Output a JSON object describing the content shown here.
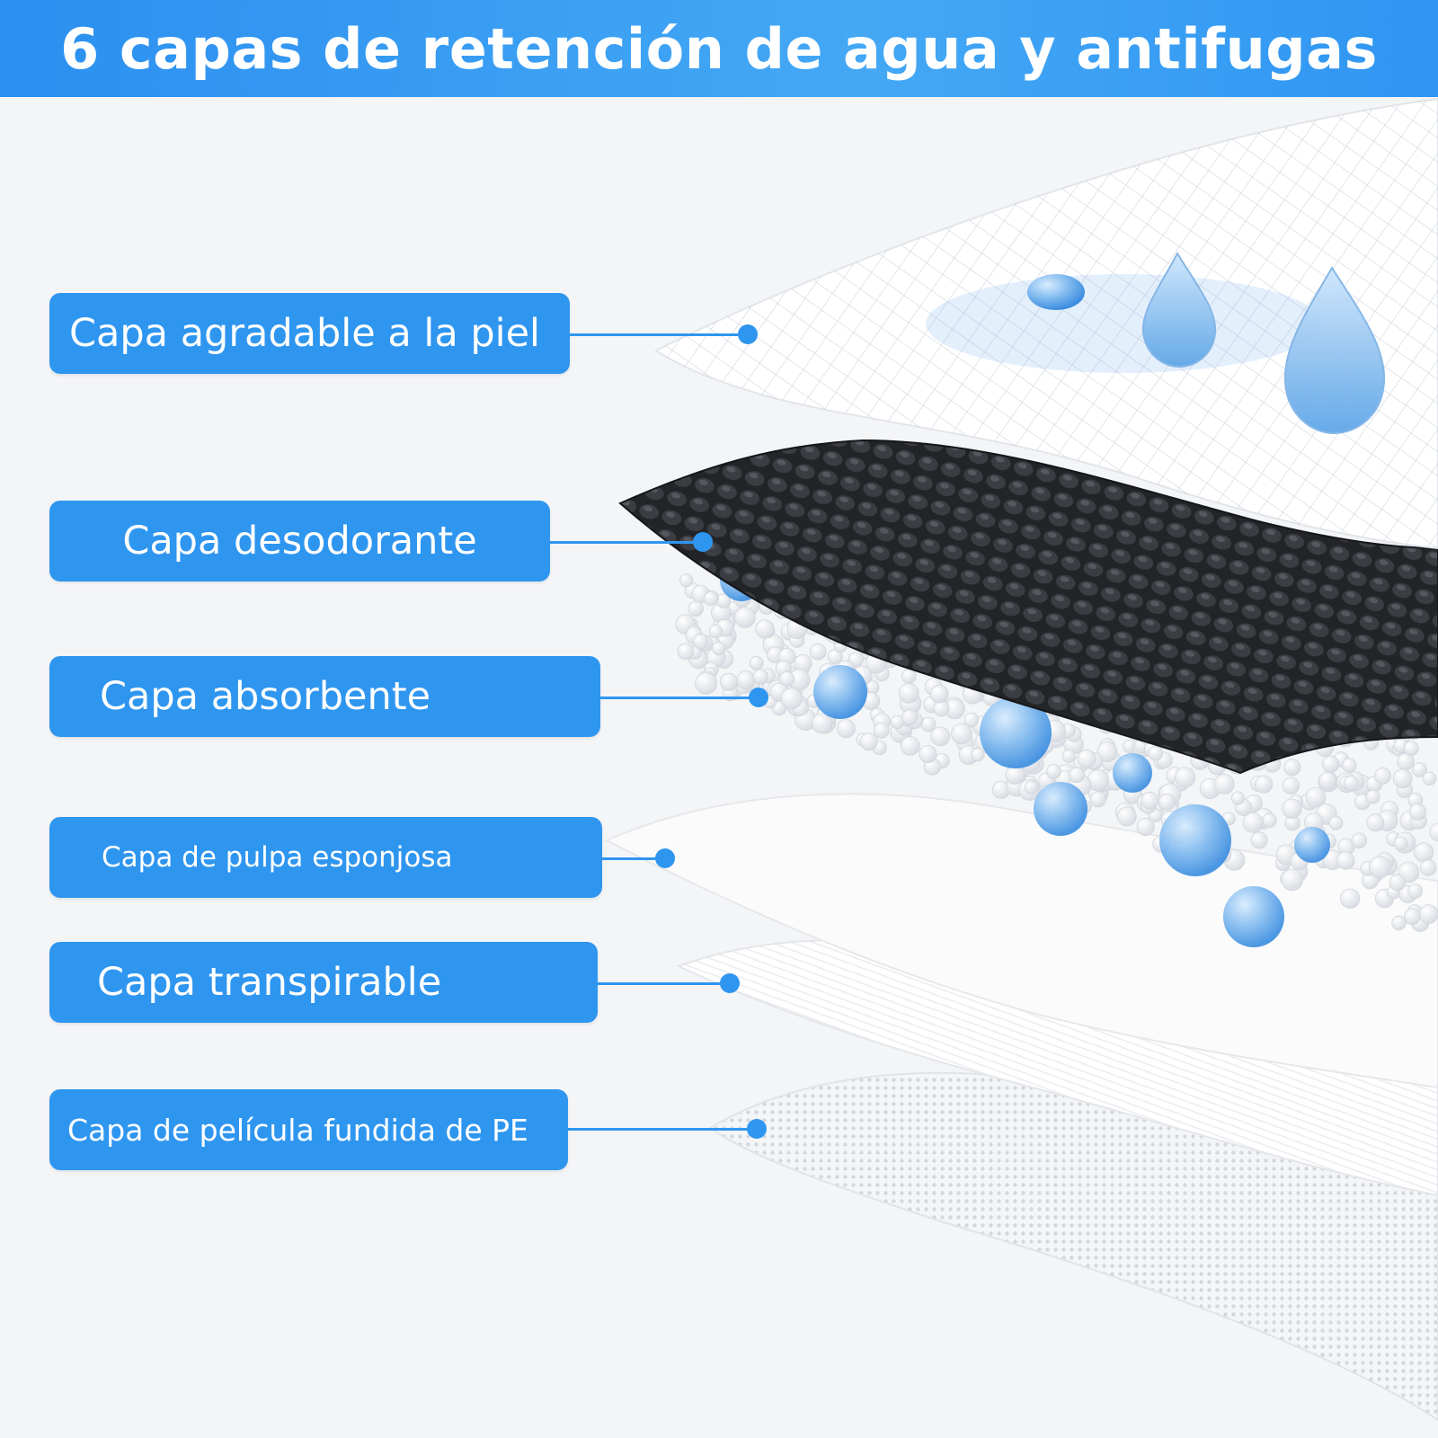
{
  "header": {
    "title": "6 capas de retención de agua y antifugas"
  },
  "colors": {
    "accent": "#2f96f0",
    "banner": "#3a9ff3"
  },
  "layers": [
    {
      "label": "Capa agradable a la piel"
    },
    {
      "label": "Capa desodorante"
    },
    {
      "label": "Capa absorbente"
    },
    {
      "label": "Capa de pulpa esponjosa"
    },
    {
      "label": "Capa transpirable"
    },
    {
      "label": "Capa de película fundida de PE"
    }
  ]
}
